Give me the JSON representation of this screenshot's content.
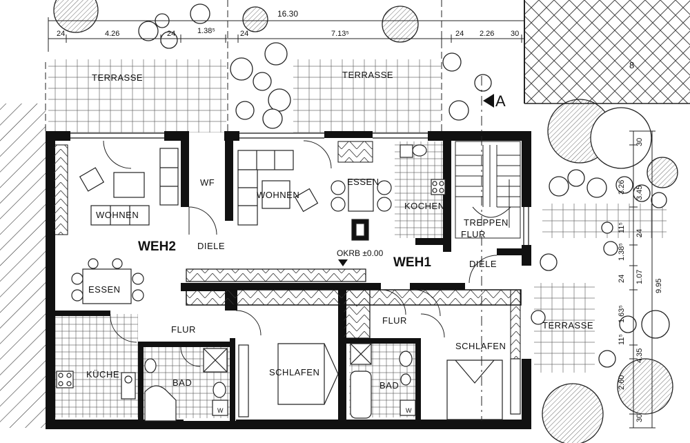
{
  "rooms": {
    "terrasse_left": "TERRASSE",
    "terrasse_mid": "TERRASSE",
    "terrasse_right": "TERRASSE",
    "wohnen_left": "WOHNEN",
    "wohnen_mid": "WOHNEN",
    "wf": "WF",
    "diele_left": "DIELE",
    "diele_right": "DIELE",
    "essen_left": "ESSEN",
    "essen_mid": "ESSEN",
    "kochen": "KOCHEN",
    "treppen": "TREPPEN",
    "flur_stair": "FLUR",
    "flur_left": "FLUR",
    "flur_right": "FLUR",
    "kueche": "KÜCHE",
    "bad_left": "BAD",
    "bad_right": "BAD",
    "schlafen_mid": "SCHLAFEN",
    "schlafen_right": "SCHLAFEN",
    "unit_left": "WEH2",
    "unit_right": "WEH1",
    "level": "OKRB ±0.00",
    "section_marker": "A",
    "plot_number": "8",
    "wc_1": "W",
    "wc_2": "W"
  },
  "dimensions_top": {
    "total": "16.30",
    "d1": "24",
    "d2": "4.26",
    "d3": "24",
    "d4": "1.38⁵",
    "d5": "24",
    "d6": "7.13⁵",
    "d7": "24",
    "d8": "2.26",
    "d9": "30"
  },
  "dimensions_right": {
    "r1": "30",
    "r2": "3.26",
    "r3": "3.45",
    "r4": "11⁵",
    "r5": "24",
    "r6": "1.38⁵",
    "r7": "24",
    "r8": "1.07",
    "r9": "9.95",
    "r10": "1.63⁵",
    "r11": "11⁵",
    "r12": "4.35",
    "r13": "2.60",
    "r14": "30"
  }
}
